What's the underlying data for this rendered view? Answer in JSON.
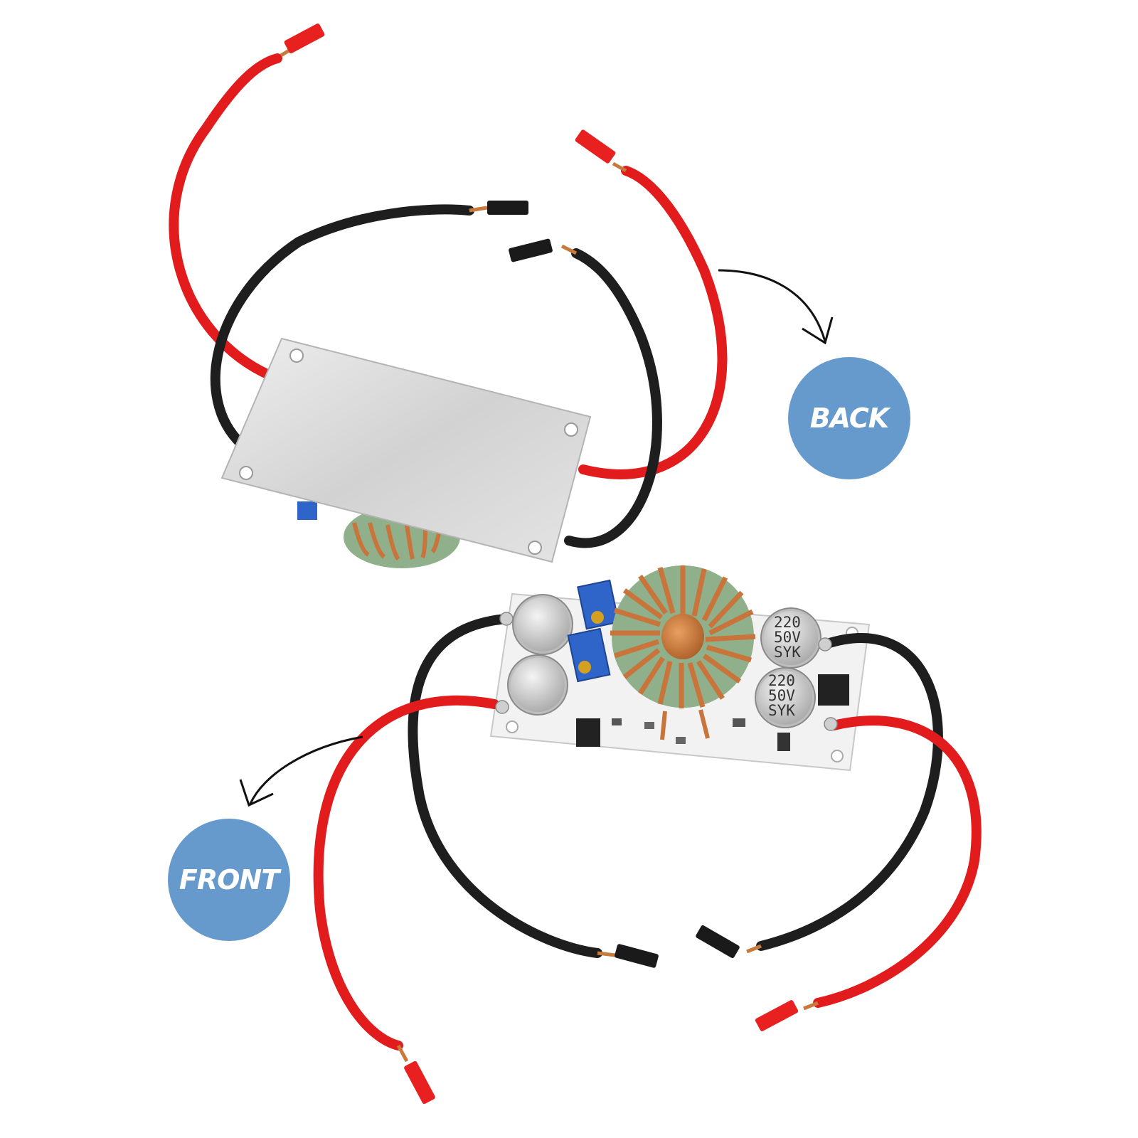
{
  "labels": {
    "back": "BACK",
    "front": "FRONT"
  },
  "capacitor_marking": {
    "line1": "220",
    "line2": "50V",
    "line3": "SYK"
  },
  "colors": {
    "badge": "#6699cc",
    "wire_red": "#e51a1a",
    "wire_black": "#222222",
    "heatsink": "#d6d6d6",
    "pcb": "#f2f2f2",
    "copper": "#c8743a",
    "toroid_core": "#8fb08a",
    "trimmer": "#2f64c8"
  }
}
